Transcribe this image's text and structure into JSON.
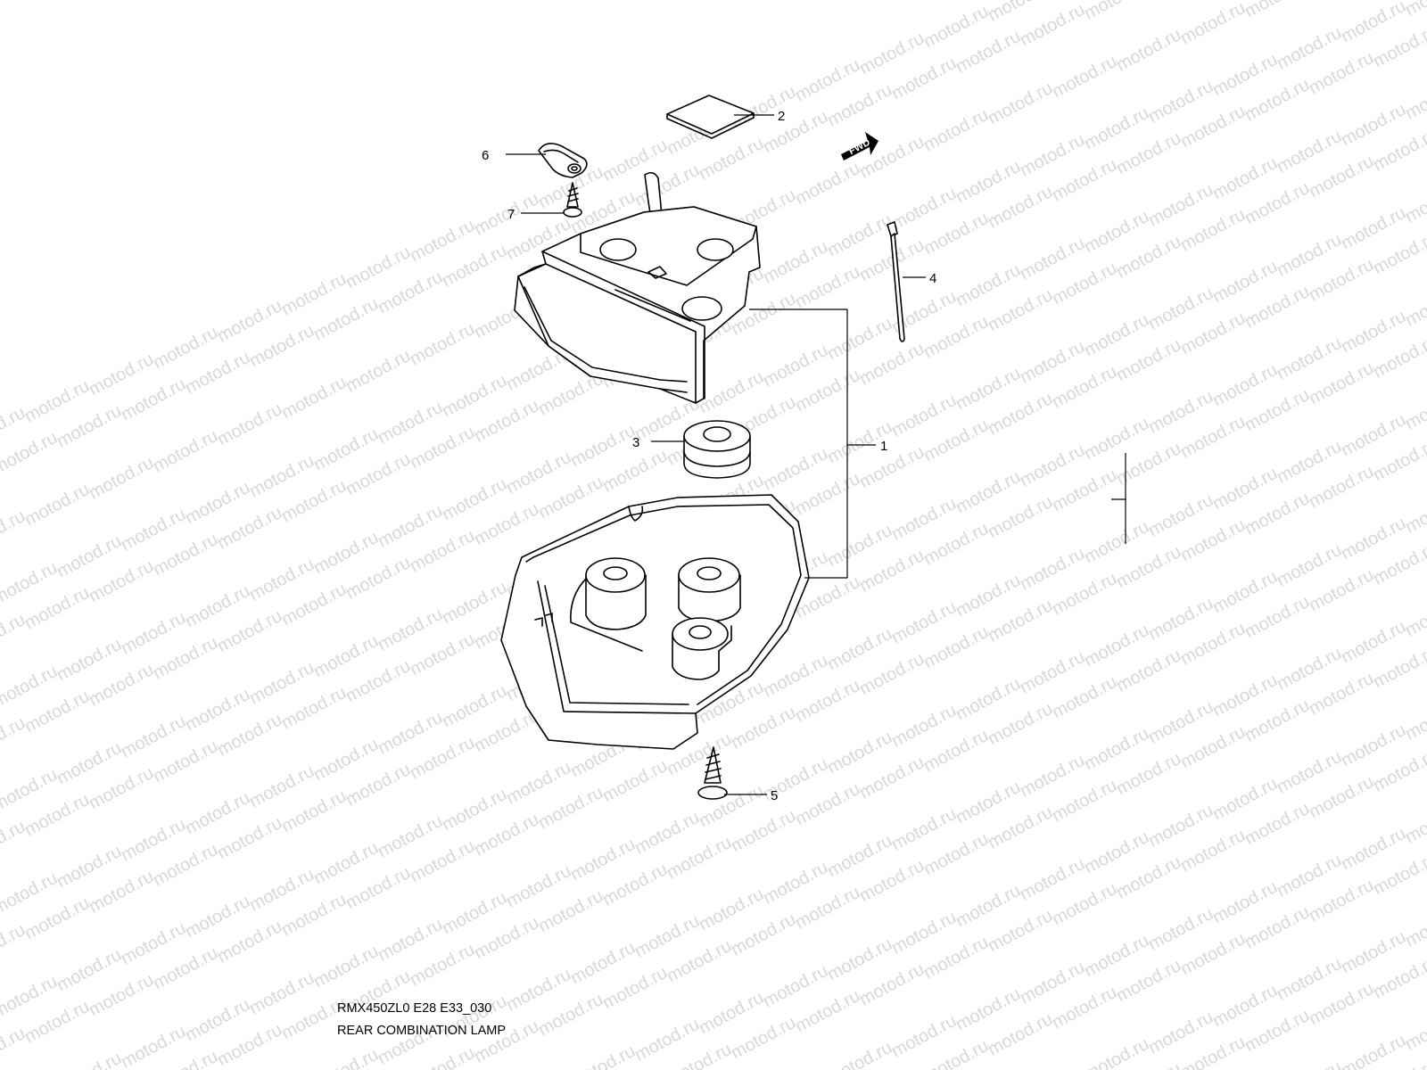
{
  "watermark": {
    "text": "motod.ru"
  },
  "diagram": {
    "code": "RMX450ZL0 E28 E33_030",
    "title": "REAR COMBINATION LAMP",
    "direction_badge": "FWD",
    "callouts": [
      "1",
      "2",
      "3",
      "4",
      "5",
      "6",
      "7"
    ]
  },
  "colors": {
    "line": "#000000",
    "watermark": "#d8d8d8",
    "background": "#ffffff"
  }
}
